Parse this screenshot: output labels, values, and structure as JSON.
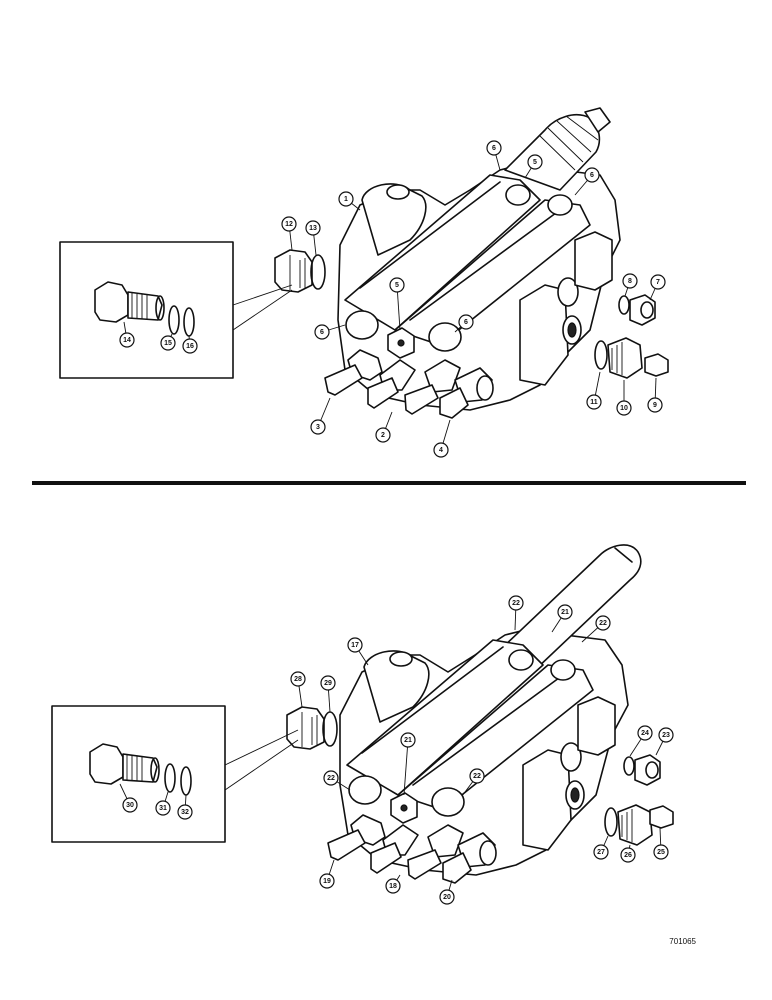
{
  "figure_code": "701065",
  "callouts": {
    "top": [
      "1",
      "2",
      "3",
      "4",
      "5",
      "5",
      "6",
      "6",
      "6",
      "6",
      "7",
      "8",
      "9",
      "10",
      "11",
      "12",
      "13",
      "14",
      "15",
      "16"
    ],
    "bottom": [
      "17",
      "18",
      "19",
      "20",
      "21",
      "21",
      "22",
      "22",
      "22",
      "22",
      "23",
      "24",
      "25",
      "26",
      "27",
      "28",
      "29",
      "30",
      "31",
      "32"
    ]
  },
  "colors": {
    "ink": "#111111",
    "paper": "#ffffff"
  }
}
